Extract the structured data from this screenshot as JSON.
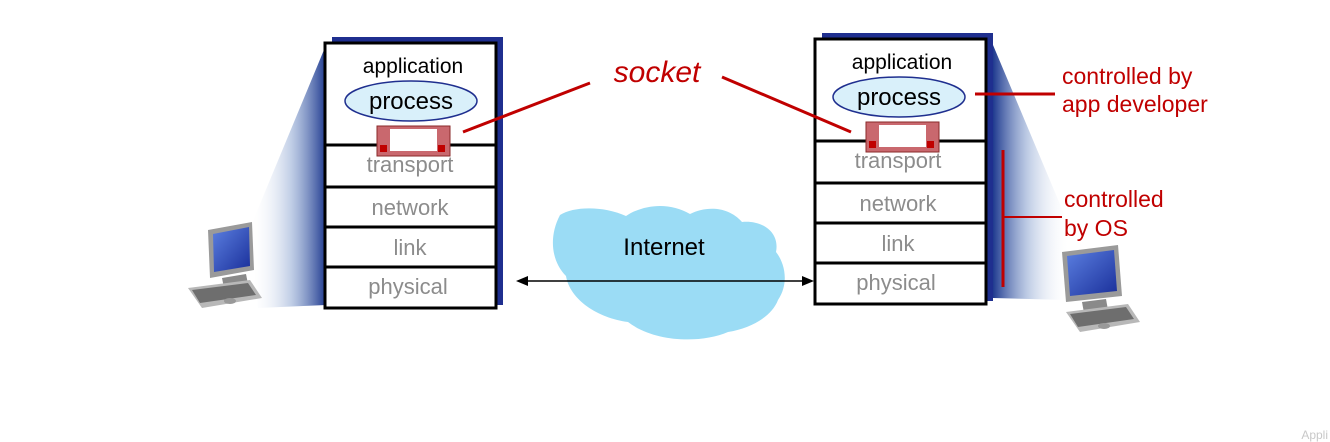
{
  "left_host": {
    "layers": {
      "application": "application",
      "process": "process",
      "transport": "transport",
      "network": "network",
      "link": "link",
      "physical": "physical"
    }
  },
  "right_host": {
    "layers": {
      "application": "application",
      "process": "process",
      "transport": "transport",
      "network": "network",
      "link": "link",
      "physical": "physical"
    }
  },
  "labels": {
    "socket": "socket",
    "internet": "Internet",
    "app_dev_line1": "controlled by",
    "app_dev_line2": "app developer",
    "os_line1": "controlled",
    "os_line2": "by OS"
  },
  "footer": "Appli",
  "colors": {
    "accent_red": "#c00000",
    "stack_shadow": "#1f2f8f",
    "cloud": "#9bdcf5",
    "process_oval": "#d9f0fa",
    "socket_fill": "#c9686e"
  }
}
